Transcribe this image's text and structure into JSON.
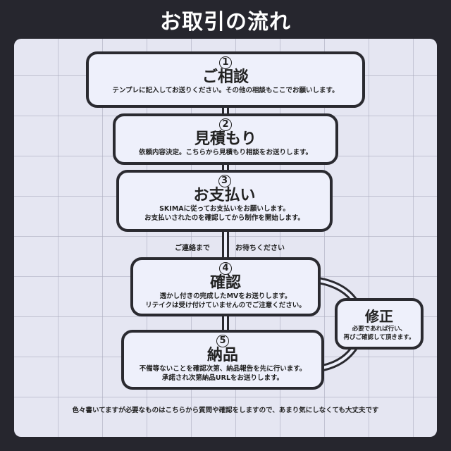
{
  "title": "お取引の流れ",
  "steps": [
    {
      "num": "1",
      "title": "ご相談",
      "desc": [
        "テンプレに記入してお送りください。その他の相談もここでお願いします。"
      ]
    },
    {
      "num": "2",
      "title": "見積もり",
      "desc": [
        "依頼内容決定。こちらから見積もり相談をお送りします。"
      ]
    },
    {
      "num": "3",
      "title": "お支払い",
      "desc": [
        "SKIMAに従ってお支払いをお願いします。",
        "お支払いされたのを確認してから制作を開始します。"
      ]
    },
    {
      "num": "4",
      "title": "確認",
      "desc": [
        "透かし付きの完成したMVをお送りします。",
        "リテイクは受け付けていませんのでご注意ください。"
      ]
    },
    {
      "num": "5",
      "title": "納品",
      "desc": [
        "不備等ないことを確認次第、納品報告を先に行います。",
        "承諾され次第納品URLをお送りします。"
      ]
    }
  ],
  "revision": {
    "title": "修正",
    "desc": [
      "必要であれば行い、",
      "再びご確認して頂きます。"
    ]
  },
  "wait_labels": {
    "left": "ご連絡まで",
    "right": "お待ちください"
  },
  "footer": "色々書いてますが必要なものはこちらから質問や確認をしますので、あまり気にしなくても大丈夫です"
}
